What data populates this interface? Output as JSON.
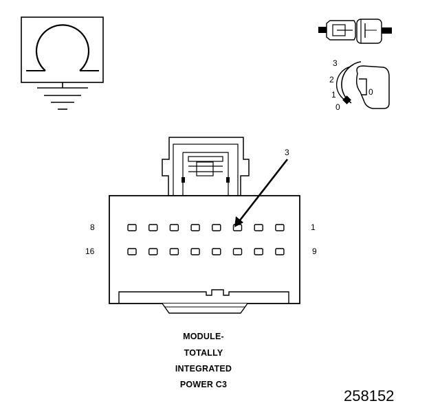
{
  "symbol": {
    "name": "ground-symbol"
  },
  "ignition_key": {
    "positions": [
      "3",
      "2",
      "1",
      "0"
    ],
    "key_label": "0"
  },
  "connector": {
    "callout": "3",
    "row1": {
      "left": "8",
      "right": "1"
    },
    "row2": {
      "left": "16",
      "right": "9"
    },
    "pins_per_row": 8,
    "callout_pin": 3
  },
  "caption": {
    "lines": [
      "MODULE-",
      "TOTALLY",
      "INTEGRATED",
      "POWER C3"
    ]
  },
  "figure_number": "258152"
}
